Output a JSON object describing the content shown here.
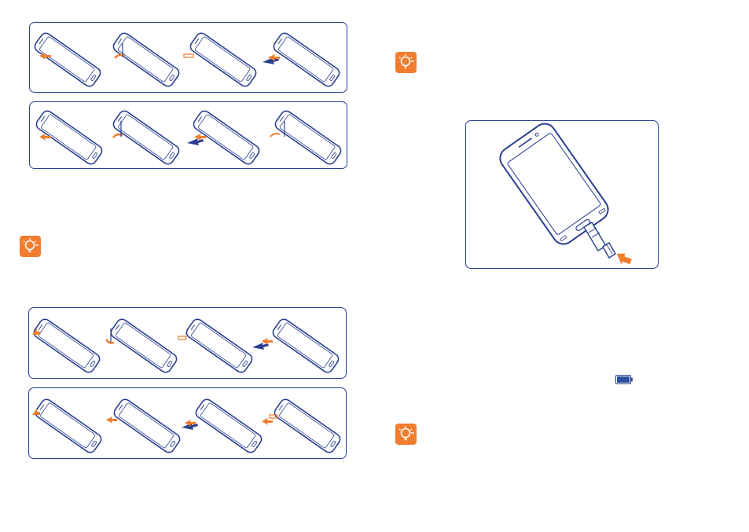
{
  "colors": {
    "outline": "#2a3f8f",
    "accent": "#f07e2e",
    "page": "#ffffff"
  },
  "figures": {
    "sim_insert_row_1": {
      "steps": 4,
      "tool": "sim-tray-pin"
    },
    "sim_insert_row_2": {
      "steps": 4,
      "tool": "sim-tray-pin"
    },
    "sim_remove_row_1": {
      "steps": 4,
      "tool": "sim-tray-pin"
    },
    "sim_remove_row_2": {
      "steps": 4,
      "tool": "sim-tray-pin"
    },
    "charging": {
      "connector": "usb-cable"
    }
  },
  "icons": {
    "tips": [
      "tip-lightbulb-icon",
      "tip-lightbulb-icon",
      "tip-lightbulb-icon"
    ],
    "battery": "battery-full-icon"
  }
}
